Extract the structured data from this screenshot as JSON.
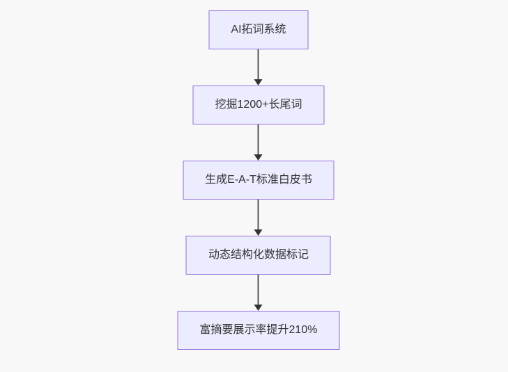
{
  "page": {
    "background": "#f8f8f8"
  },
  "diagram": {
    "node_fill": "#ECECFF",
    "node_border": "#9370DB",
    "node_text_color": "#333333",
    "arrow_color": "#333333",
    "nodes": [
      {
        "label": "AI拓词系统"
      },
      {
        "label": "挖掘1200+长尾词"
      },
      {
        "label": "生成E-A-T标准白皮书"
      },
      {
        "label": "动态结构化数据标记"
      },
      {
        "label": "富摘要展示率提升210%"
      }
    ]
  }
}
